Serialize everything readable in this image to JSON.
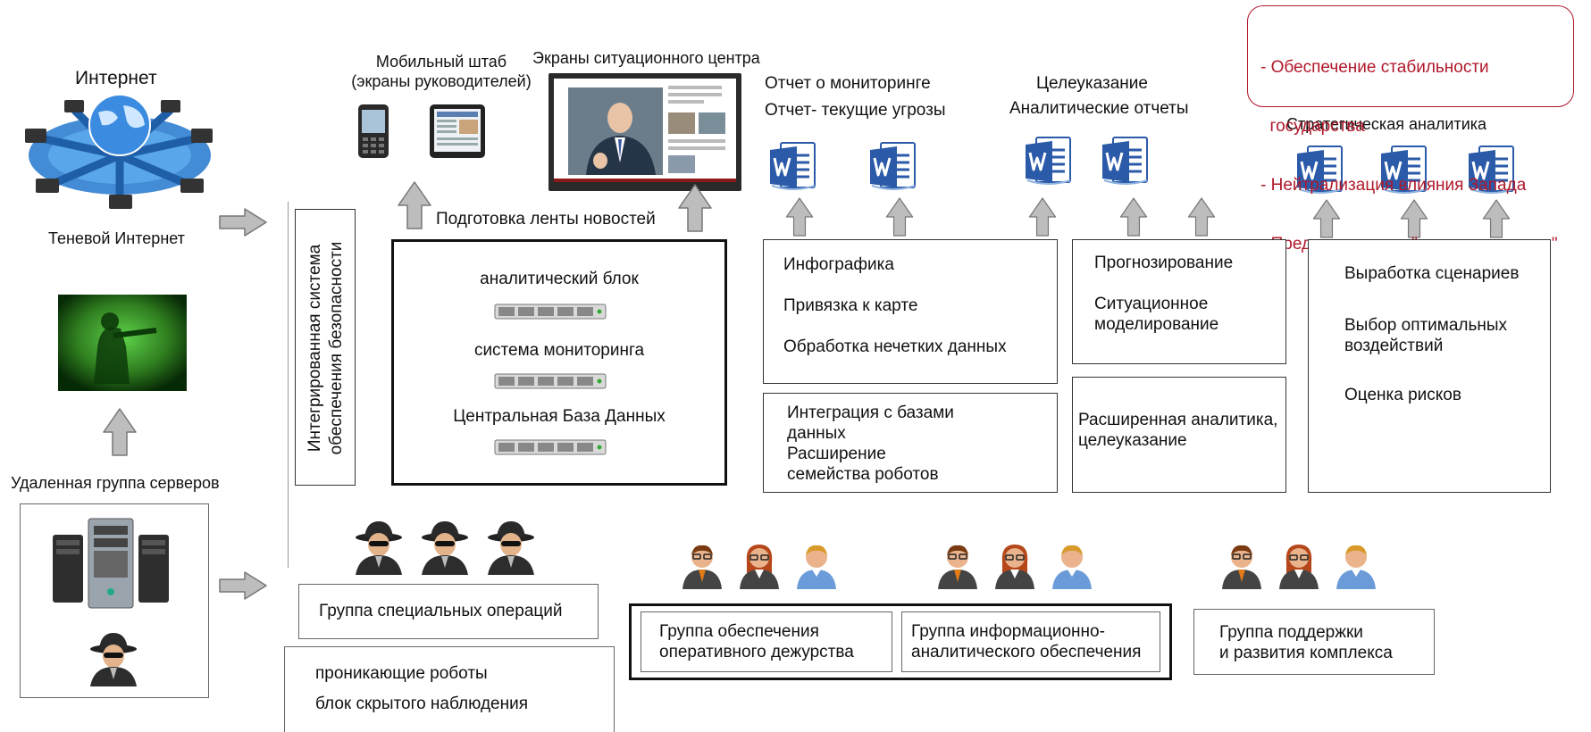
{
  "internet": {
    "label": "Интернет"
  },
  "shadow_internet": {
    "label": "Теневой Интернет"
  },
  "remote_servers": {
    "label": "Удаленная группа серверов"
  },
  "integrated_system": {
    "line1": "Интегрированная система",
    "line2": "обеспечения безопасности"
  },
  "mobile_hq": {
    "line1": "Мобильный штаб",
    "line2": "(экраны руководителей)"
  },
  "situation_center": {
    "label": "Экраны ситуационного центра"
  },
  "news_feed": {
    "label": "Подготовка ленты новостей"
  },
  "core_block": {
    "analytic": "аналитический блок",
    "monitoring": "система мониторинга",
    "central_db": "Центральная База Данных"
  },
  "reports_top": {
    "monitoring_report": "Отчет о мониторинге",
    "current_threats": "Отчет- текущие угрозы",
    "targeting": "Целеуказание",
    "analytic_reports": "Аналитические отчеты",
    "strategic": "Стратегическая аналитика"
  },
  "goals": {
    "items": [
      "- Обеспечение стабильности",
      "  государства",
      "- Нейтрализация влияния Запада",
      "- Предупреждение \"оранжевых угроз\""
    ]
  },
  "infographics_box": {
    "items": [
      "Инфографика",
      "Привязка к карте",
      "Обработка нечетких данных"
    ]
  },
  "integration_box": {
    "items": [
      "Интеграция с базами",
      "данных",
      "Расширение",
      "семейства роботов"
    ]
  },
  "forecast_box": {
    "item1": "Прогнозирование",
    "item2a": "Ситуационное",
    "item2b": "моделирование"
  },
  "advanced_box": {
    "line1": "Расширенная аналитика,",
    "line2": "целеуказание"
  },
  "scenario_box": {
    "item1": "Выработка сценариев",
    "item2a": "Выбор оптимальных",
    "item2b": "воздействий",
    "item3": "Оценка рисков"
  },
  "special_ops": {
    "label": "Группа специальных операций"
  },
  "robots_box": {
    "item1": "проникающие роботы",
    "item2": "блок скрытого наблюдения"
  },
  "duty_group": {
    "line1": "Группа обеспечения",
    "line2": "оперативного дежурства"
  },
  "info_group": {
    "line1": "Группа информационно-",
    "line2": "аналитического обеспечения"
  },
  "support_group": {
    "line1": "Группа поддержки",
    "line2": "и развития комплекса"
  },
  "colors": {
    "accent_red": "#b0182a",
    "word_blue": "#2b5aa8",
    "arrow_gray": "#bdbdbd",
    "night_green": "#2f7d1f"
  },
  "icons": [
    "internet-network-icon",
    "night-vision-image",
    "server-tower-icon",
    "spy-icon",
    "phone-icon",
    "tablet-icon",
    "monitor-icon",
    "word-document-icon",
    "rack-server-icon",
    "manager-icon",
    "arrow-icon"
  ]
}
